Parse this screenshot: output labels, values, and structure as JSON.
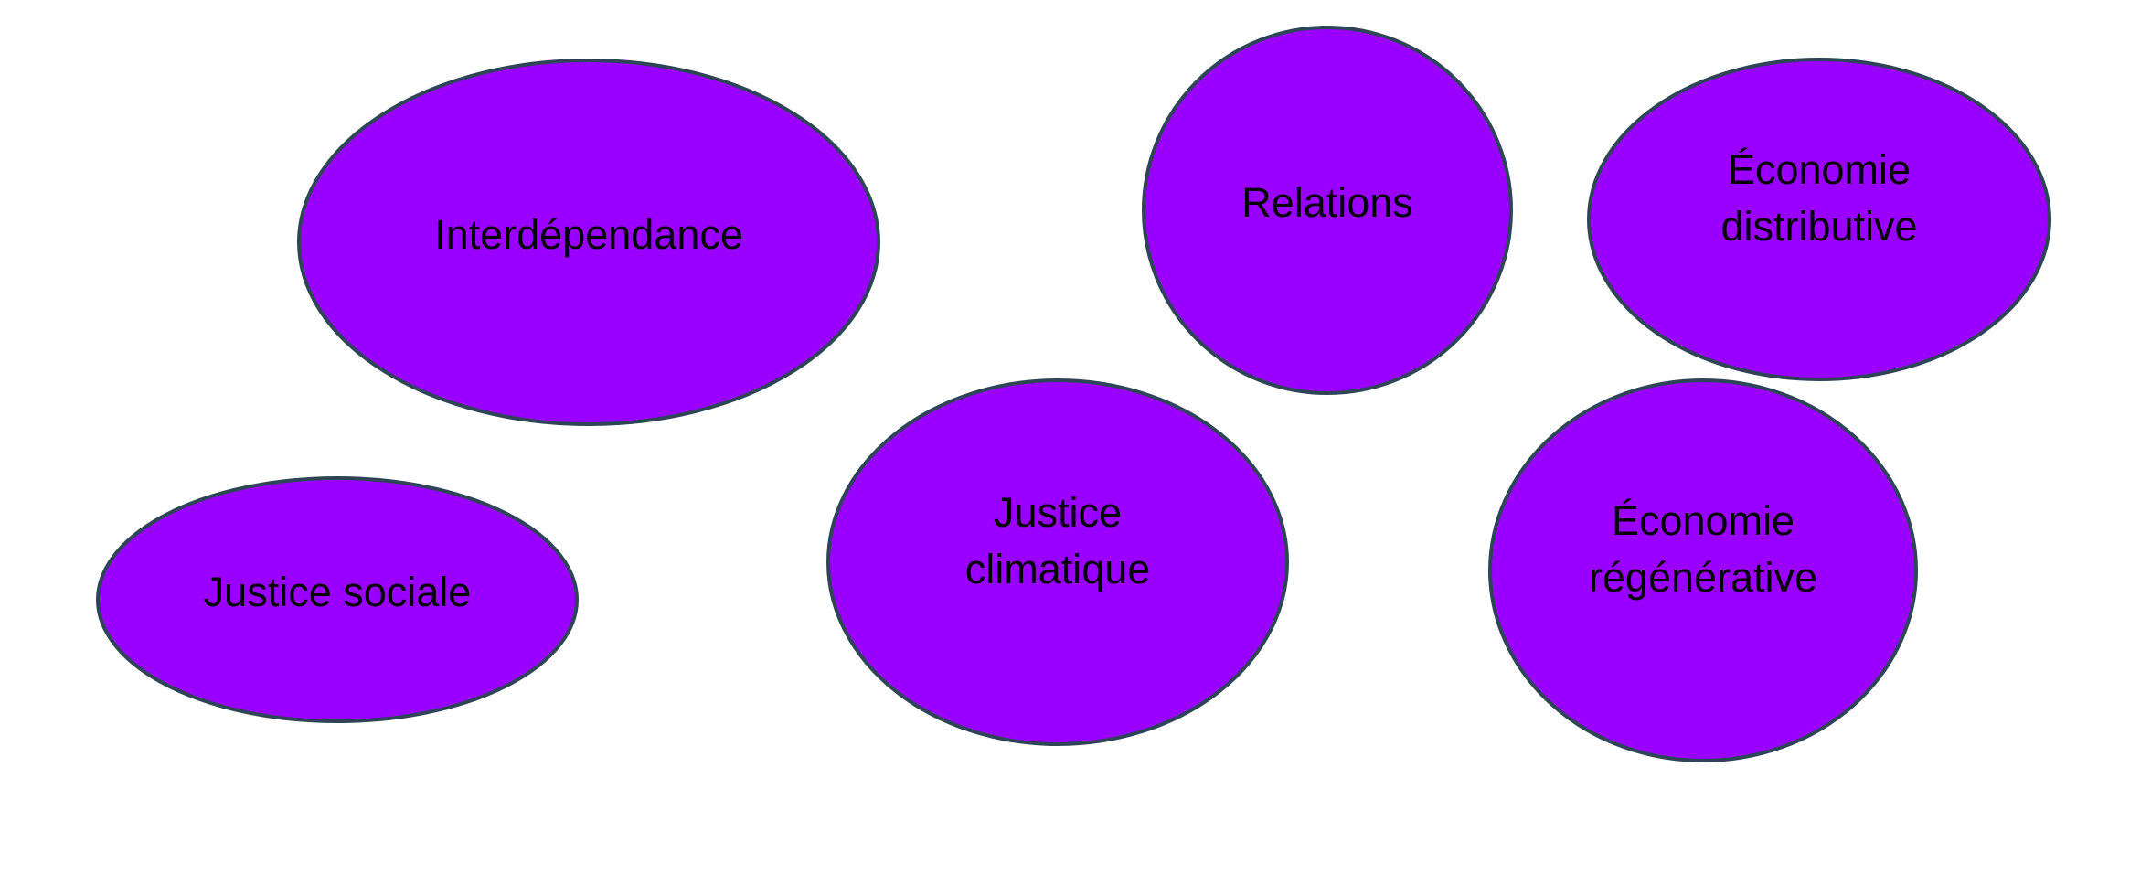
{
  "diagram": {
    "colors": {
      "fill": "#9900ff",
      "stroke": "#2e4558",
      "text": "#000000"
    },
    "nodes": [
      {
        "id": "interdependance",
        "lines": [
          "Interdépendance"
        ]
      },
      {
        "id": "relations",
        "lines": [
          "Relations"
        ]
      },
      {
        "id": "economie-distributive",
        "lines": [
          "Économie",
          "distributive"
        ]
      },
      {
        "id": "justice-sociale",
        "lines": [
          "Justice sociale"
        ]
      },
      {
        "id": "justice-climatique",
        "lines": [
          "Justice",
          "climatique"
        ]
      },
      {
        "id": "economie-regenerative",
        "lines": [
          "Économie",
          "régénérative"
        ]
      }
    ]
  }
}
